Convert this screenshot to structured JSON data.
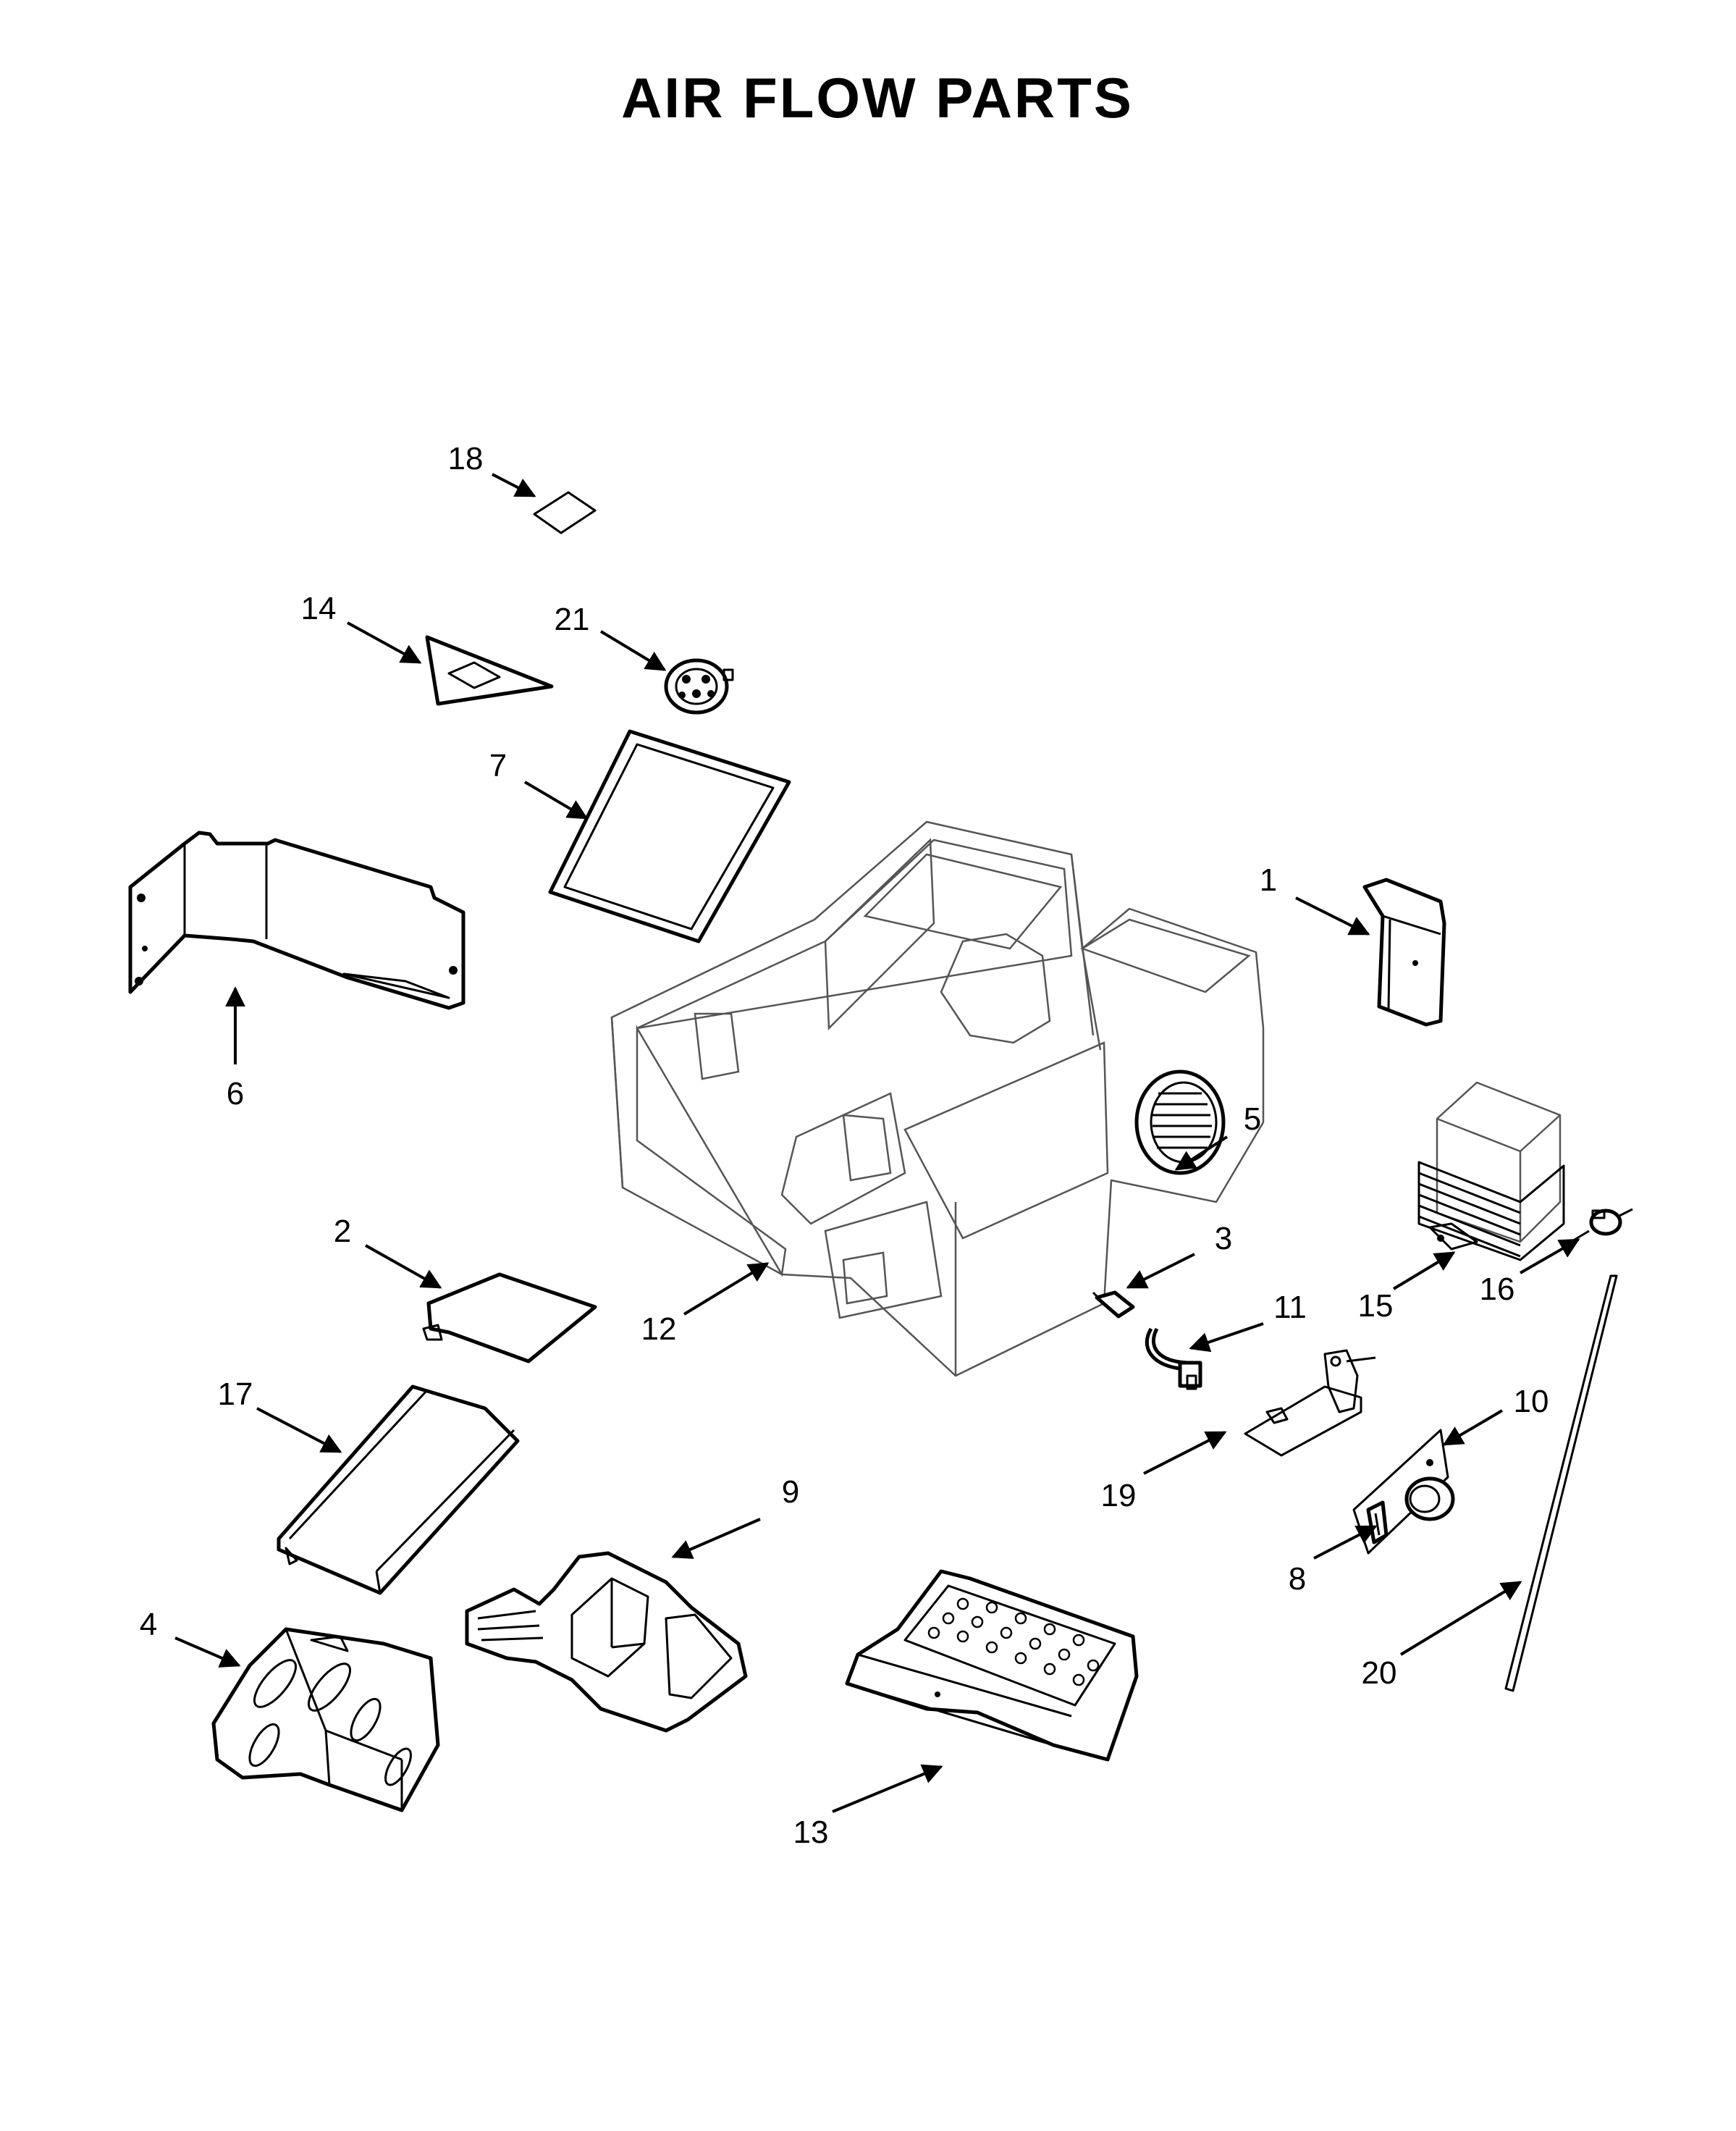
{
  "title": "AIR FLOW PARTS",
  "callouts": [
    {
      "id": "18",
      "label": "18"
    },
    {
      "id": "14",
      "label": "14"
    },
    {
      "id": "21",
      "label": "21"
    },
    {
      "id": "7",
      "label": "7"
    },
    {
      "id": "6",
      "label": "6"
    },
    {
      "id": "1",
      "label": "1"
    },
    {
      "id": "5",
      "label": "5"
    },
    {
      "id": "2",
      "label": "2"
    },
    {
      "id": "12",
      "label": "12"
    },
    {
      "id": "3",
      "label": "3"
    },
    {
      "id": "11",
      "label": "11"
    },
    {
      "id": "15",
      "label": "15"
    },
    {
      "id": "16",
      "label": "16"
    },
    {
      "id": "17",
      "label": "17"
    },
    {
      "id": "9",
      "label": "9"
    },
    {
      "id": "10",
      "label": "10"
    },
    {
      "id": "19",
      "label": "19"
    },
    {
      "id": "8",
      "label": "8"
    },
    {
      "id": "4",
      "label": "4"
    },
    {
      "id": "20",
      "label": "20"
    },
    {
      "id": "13",
      "label": "13"
    }
  ]
}
